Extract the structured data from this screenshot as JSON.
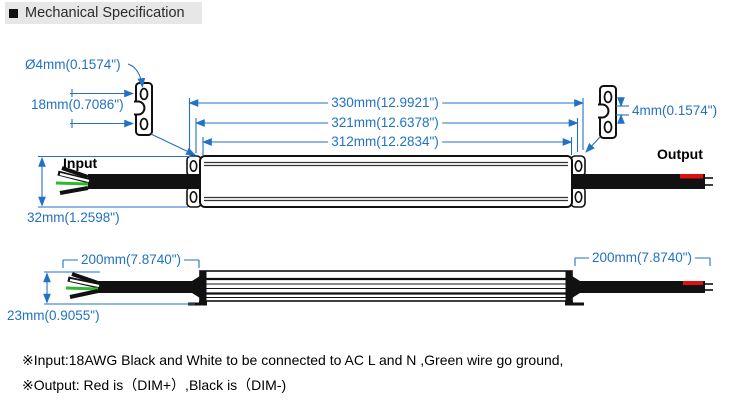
{
  "title": {
    "bullet": "■",
    "text": "Mechanical Specification"
  },
  "top_view": {
    "labels": {
      "input": "Input",
      "output": "Output"
    },
    "dimensions": {
      "hole_diameter": "Ø4mm(0.1574\")",
      "bracket_hole_spacing": "18mm(0.7086\")",
      "overall_length": "330mm(12.9921\")",
      "mounting_length": "321mm(12.6378\")",
      "body_length": "312mm(12.2834\")",
      "bracket_slot": "4mm(0.1574\")",
      "body_width": "32mm(1.2598\")"
    }
  },
  "side_view": {
    "dimensions": {
      "input_wire_length": "200mm(7.8740\")",
      "output_wire_length": "200mm(7.8740\")",
      "body_height": "23mm(0.9055\")"
    }
  },
  "notes": [
    "※Input:18AWG Black and White to be connected to AC L and N ,Green wire go ground,",
    "※Output: Red is（DIM+）,Black is（DIM-)"
  ],
  "colors": {
    "dimension_blue": "#2271c4",
    "line_black": "#111111",
    "wire_green": "#2eb82e",
    "wire_red": "#e01010",
    "wire_white": "#ffffff",
    "title_background": "#e7e7e7"
  }
}
